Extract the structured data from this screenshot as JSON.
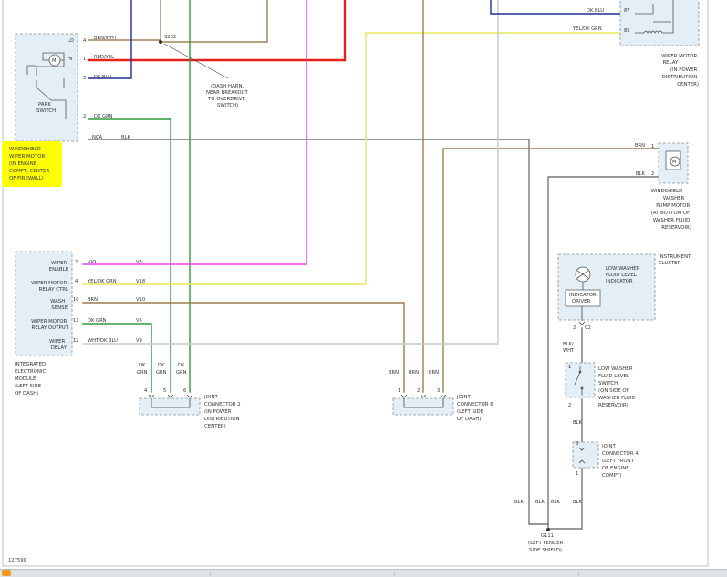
{
  "colors": {
    "brn_wht": "#a08257",
    "red_yel": "#e8201c",
    "dk_blu": "#1e2ea0",
    "dk_grn": "#2f9a3a",
    "blk": "#777777",
    "vio": "#ee3bf0",
    "yel_dk_grn": "#e6e85a",
    "brn": "#9c7c48",
    "wht_dk_blu": "#c8c8cc",
    "highlight": "#ffff00"
  },
  "figure_id": "127599",
  "wiper_motor": {
    "label_lines": [
      "WINDSHIELD",
      "WIPER MOTOR",
      "(IN ENGINE",
      "COMPT, CENTER",
      "OF FIREWALL)"
    ],
    "motor_symbol": "M",
    "park_switch": [
      "PARK",
      "SWITCH"
    ],
    "terminals": [
      {
        "code": "LO",
        "pin": "4",
        "wire": "BRN/WHT"
      },
      {
        "code": "HI",
        "pin": "1",
        "wire": "RED/YEL"
      },
      {
        "code": "",
        "pin": "3",
        "wire": "DK BLU"
      },
      {
        "code": "",
        "pin": "2",
        "wire": "DK GRN"
      },
      {
        "code": "NCA",
        "pin": "",
        "wire": "BLK"
      }
    ]
  },
  "splice": {
    "id": "S202",
    "label_lines": [
      "(DASH HARN,",
      "NEAR BREAKOUT",
      "TO OVERDRIVE",
      "SWITCH)"
    ]
  },
  "wiper_relay": {
    "label_lines": [
      "WIPER MOTOR",
      "RELAY",
      "(IN POWER",
      "DISTRIBUTION",
      "CENTER)"
    ],
    "terminals": [
      {
        "pin": "87",
        "wire": "DK BLU"
      },
      {
        "pin": "85",
        "wire": "YEL/DK GRN"
      }
    ]
  },
  "washer_pump": {
    "label_lines": [
      "WINDSHIELD",
      "WASHER",
      "PUMP MOTOR",
      "(AT BOTTOM OF",
      "WASHER FLUID",
      "RESERVOIR)"
    ],
    "motor_symbol": "M",
    "terminals": [
      {
        "pin": "1",
        "wire": "BRN"
      },
      {
        "pin": "2",
        "wire": "BLK"
      }
    ]
  },
  "iem": {
    "label_lines": [
      "INTEGRATED",
      "ELECTRONIC",
      "MODULE",
      "(LEFT SIDE",
      "OF DASH)"
    ],
    "rows": [
      {
        "name": [
          "WIPER",
          "ENABLE"
        ],
        "pin": "2",
        "wire": "VIO",
        "circuit": "V8"
      },
      {
        "name": [
          "WIPER MOTOR",
          "RELAY CTRL"
        ],
        "pin": "4",
        "wire": "YEL/DK GRN",
        "circuit": "V18"
      },
      {
        "name": [
          "WASH",
          "SENSE"
        ],
        "pin": "10",
        "wire": "BRN",
        "circuit": "V10"
      },
      {
        "name": [
          "WIPER MOTOR",
          "RELAY OUTPUT"
        ],
        "pin": "11",
        "wire": "DK GRN",
        "circuit": "V5"
      },
      {
        "name": [
          "WIPER",
          "DELAY"
        ],
        "pin": "12",
        "wire": "WHT/DK BLU",
        "circuit": "V9"
      }
    ]
  },
  "joint_connector_2": {
    "label_lines": [
      "JOINT",
      "CONNECTOR 2",
      "(IN POWER",
      "DISTRIBUTION",
      "CENTER)"
    ],
    "wire_labels": [
      [
        "DK",
        "GRN"
      ],
      [
        "DK",
        "GRN"
      ],
      [
        "DK",
        "GRN"
      ]
    ],
    "pins": [
      "4",
      "5",
      "6"
    ]
  },
  "joint_connector_6": {
    "label_lines": [
      "JOINT",
      "CONNECTOR 6",
      "(LEFT SIDE",
      "OF DASH)"
    ],
    "wire_labels": [
      "BRN",
      "BRN",
      "BRN"
    ],
    "pins": [
      "1",
      "2",
      "3"
    ]
  },
  "instrument_cluster": {
    "label_lines": [
      "INSTRUMENT",
      "CLUSTER"
    ],
    "indicator_lines": [
      "LOW WASHER",
      "FLUID LEVEL",
      "INDICATOR"
    ],
    "driver_lines": [
      "INDICATOR",
      "DRIVER"
    ],
    "pin": "2",
    "connector": "C2"
  },
  "washer_switch": {
    "label_lines": [
      "LOW WASHER",
      "FLUID LEVEL",
      "SWITCH",
      "(ON SIDE OF",
      "WASHER FLUID",
      "RESERVOIR)"
    ],
    "pins": [
      "1",
      "2"
    ],
    "wire_in": [
      "BLK/",
      "WHT"
    ],
    "wire_out": "BLK"
  },
  "joint_connector_4": {
    "label_lines": [
      "JOINT",
      "CONNECTOR 4",
      "(LEFT FRONT",
      "OF ENGINE",
      "COMPT)"
    ],
    "pins": [
      "3",
      "1"
    ],
    "wire_out": "BLK"
  },
  "ground": {
    "id": "G111",
    "label_lines": [
      "(LEFT FENDER",
      "SIDE SHIELD)"
    ],
    "wire_labels": [
      "BLK",
      "BLK",
      "BLK"
    ]
  }
}
